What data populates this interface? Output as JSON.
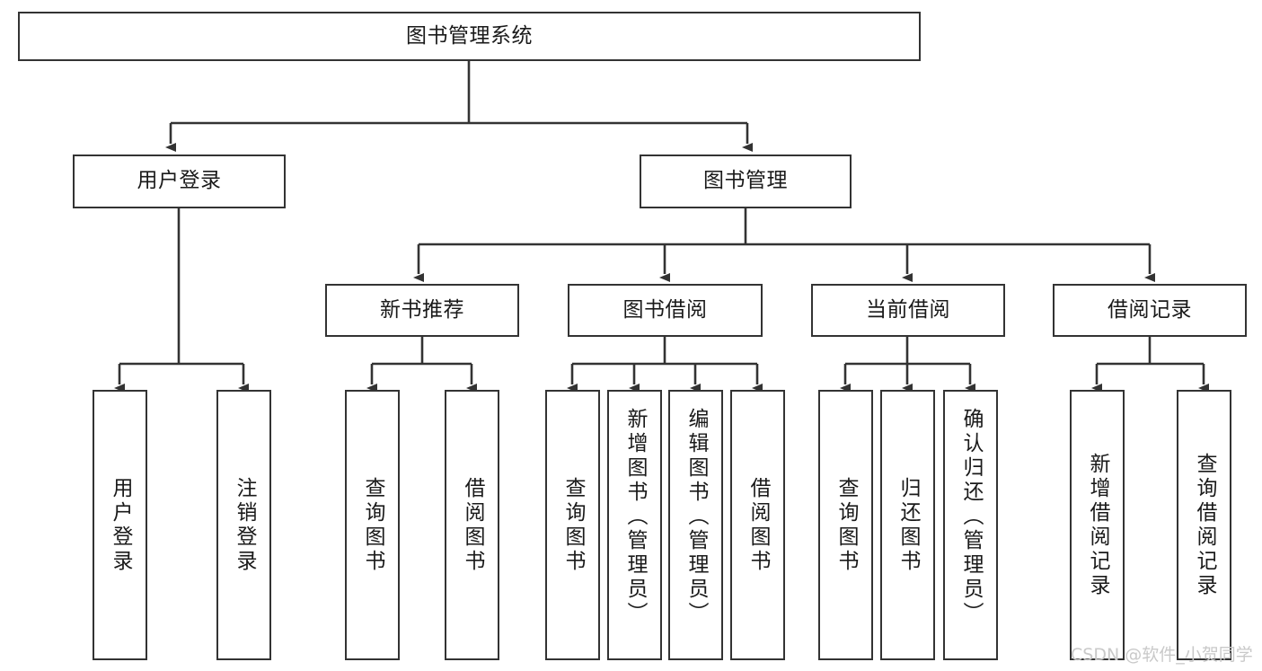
{
  "diagram": {
    "title": "图书管理系统",
    "type": "tree-hierarchy",
    "watermark": "CSDN @软件_小贺同学",
    "colors": {
      "stroke": "#333333",
      "fill": "#ffffff",
      "text": "#1a1a1a",
      "watermark": "#c9c9c9"
    },
    "root": {
      "label": "图书管理系统"
    },
    "level2": [
      {
        "label": "用户登录"
      },
      {
        "label": "图书管理"
      }
    ],
    "level3": [
      {
        "label": "新书推荐"
      },
      {
        "label": "图书借阅"
      },
      {
        "label": "当前借阅"
      },
      {
        "label": "借阅记录"
      }
    ],
    "leaves": {
      "user_login": [
        {
          "label": "用户登录"
        },
        {
          "label": "注销登录"
        }
      ],
      "new_book": [
        {
          "label": "查询图书"
        },
        {
          "label": "借阅图书"
        }
      ],
      "book_borrow": [
        {
          "label": "查询图书"
        },
        {
          "label": "新增图书（管理员）"
        },
        {
          "label": "编辑图书（管理员）"
        },
        {
          "label": "借阅图书"
        }
      ],
      "current_borrow": [
        {
          "label": "查询图书"
        },
        {
          "label": "归还图书"
        },
        {
          "label": "确认归还（管理员）"
        }
      ],
      "borrow_record": [
        {
          "label": "新增借阅记录"
        },
        {
          "label": "查询借阅记录"
        }
      ]
    }
  }
}
